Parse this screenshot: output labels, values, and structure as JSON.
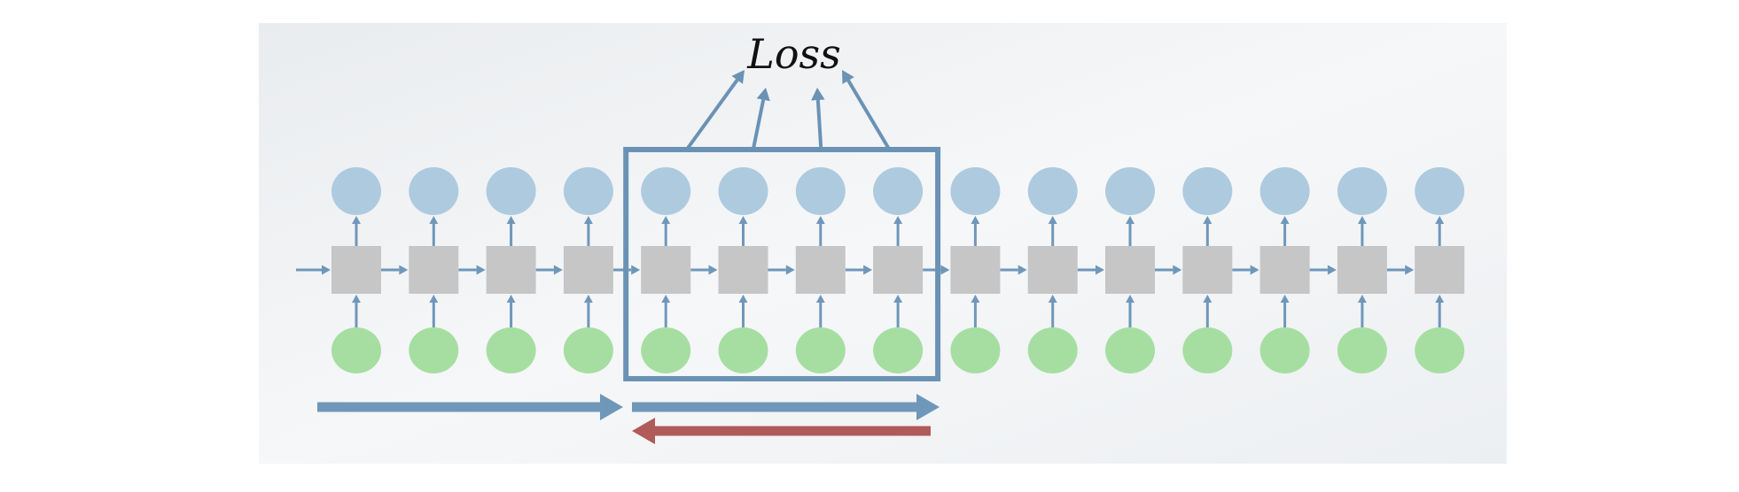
{
  "diagram": {
    "loss_label": "Loss",
    "timesteps": 15,
    "window": {
      "start_index": 4,
      "end_index": 7
    },
    "colors": {
      "panel": "#f0f2f4",
      "output_node": "#aecadf",
      "hidden_cell": "#c6c6c6",
      "input_node": "#a6dea2",
      "connector_arrow": "#6f97ba",
      "window_border": "#6a92b5",
      "forward_arrow": "#6f97ba",
      "backward_arrow": "#b05a5a"
    },
    "bottom_arrows": [
      {
        "name": "forward-pass-arrow-history",
        "direction": "right"
      },
      {
        "name": "forward-pass-arrow-window",
        "direction": "right"
      },
      {
        "name": "backward-pass-arrow-window",
        "direction": "left"
      }
    ]
  }
}
